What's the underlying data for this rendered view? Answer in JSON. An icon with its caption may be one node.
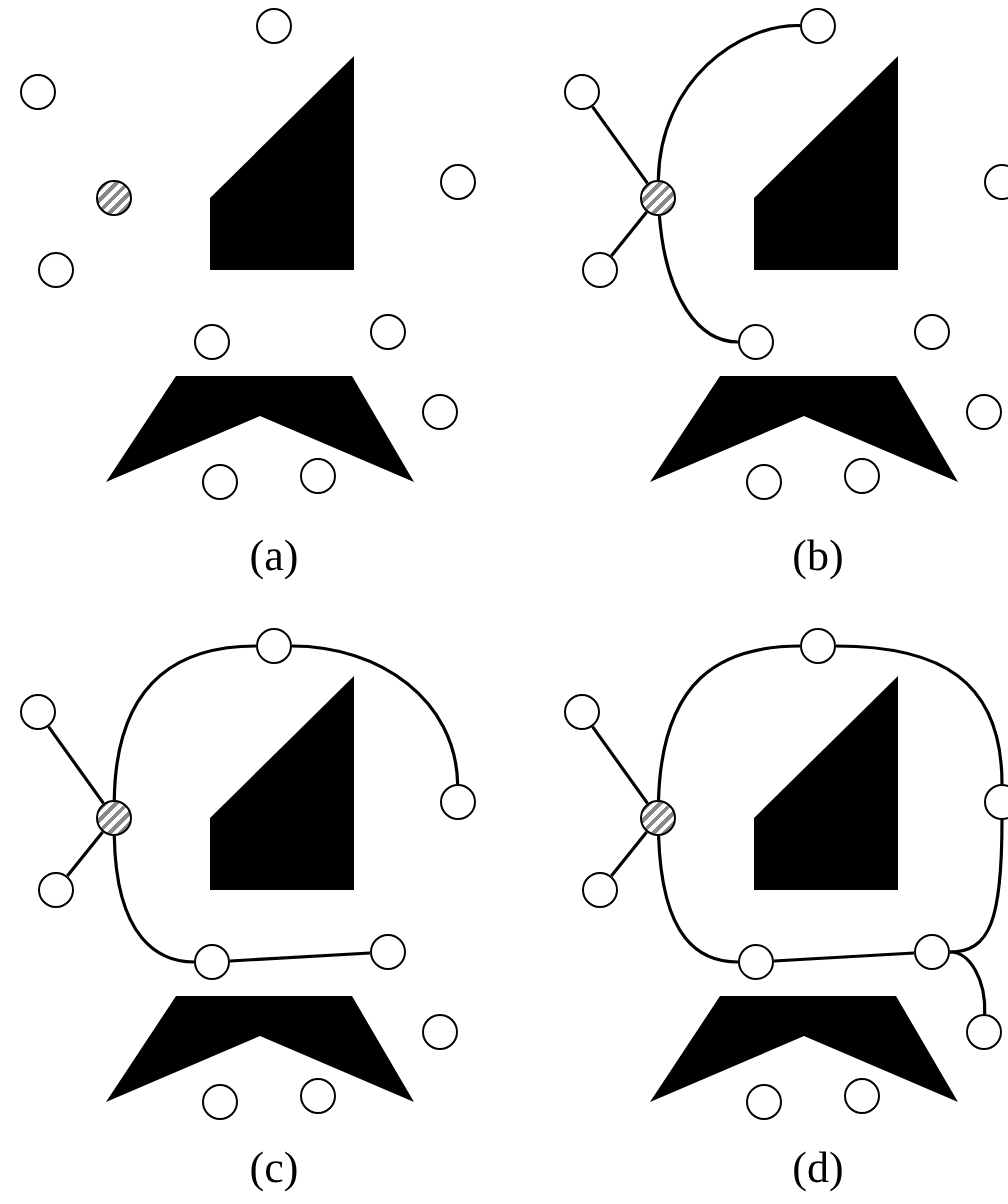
{
  "diagram": {
    "nodes": [
      {
        "text": [],
        "shape": "circle"
      },
      {
        "text": [],
        "shape": "circle"
      },
      {
        "text": [],
        "shape": "circle"
      },
      {
        "text": [],
        "shape": "circle"
      },
      {
        "text": [],
        "shape": "circle"
      },
      {
        "text": [],
        "shape": "circle"
      },
      {
        "text": [],
        "shape": "circle"
      },
      {
        "text": [],
        "shape": "circle"
      },
      {
        "text": [],
        "shape": "circle"
      },
      {
        "text": [],
        "shape": "circle"
      },
      {
        "text": [],
        "shape": "circle"
      },
      {
        "text": [],
        "shape": "circle"
      },
      {
        "text": [],
        "shape": "circle"
      },
      {
        "text": [],
        "shape": "circle"
      },
      {
        "text": [],
        "shape": "circle"
      },
      {
        "text": [],
        "shape": "circle"
      },
      {
        "text": [],
        "shape": "circle"
      },
      {
        "text": [],
        "shape": "circle"
      },
      {
        "text": [],
        "shape": "circle"
      },
      {
        "text": [],
        "shape": "circle"
      },
      {
        "text": [],
        "shape": "circle"
      },
      {
        "text": [],
        "shape": "circle"
      },
      {
        "text": [],
        "shape": "circle"
      },
      {
        "text": [],
        "shape": "circle"
      },
      {
        "text": [],
        "shape": "circle"
      },
      {
        "text": [],
        "shape": "circle"
      },
      {
        "text": [],
        "shape": "circle"
      },
      {
        "text": [],
        "shape": "circle"
      },
      {
        "text": [],
        "shape": "circle"
      },
      {
        "text": [],
        "shape": "circle"
      },
      {
        "text": [],
        "shape": "circle"
      },
      {
        "text": [],
        "shape": "circle"
      },
      {
        "text": [],
        "shape": "circle"
      },
      {
        "text": [],
        "shape": "circle"
      },
      {
        "text": [],
        "shape": "circle"
      },
      {
        "text": [],
        "shape": "circle"
      },
      {
        "text": [],
        "shape": "circle"
      },
      {
        "text": [],
        "shape": "circle"
      },
      {
        "text": [],
        "shape": "circle"
      },
      {
        "text": [],
        "shape": "circle"
      },
      {
        "text": [],
        "shape": "polygon"
      },
      {
        "text": [],
        "shape": "polygon"
      },
      {
        "text": [],
        "shape": "polygon"
      },
      {
        "text": [],
        "shape": "polygon"
      },
      {
        "text": [],
        "shape": "polygon"
      },
      {
        "text": [],
        "shape": "polygon"
      },
      {
        "text": [],
        "shape": "polygon"
      },
      {
        "text": [],
        "shape": "polygon"
      }
    ],
    "edges": [
      {
        "from": 13,
        "to": 11,
        "arrow": "none"
      },
      {
        "from": 13,
        "to": 14,
        "arrow": "none"
      },
      {
        "from": 13,
        "to": 10,
        "arrow": "none"
      },
      {
        "from": 13,
        "to": 16,
        "arrow": "none"
      },
      {
        "from": 23,
        "to": 21,
        "arrow": "none"
      },
      {
        "from": 23,
        "to": 24,
        "arrow": "none"
      },
      {
        "from": 23,
        "to": 20,
        "arrow": "none"
      },
      {
        "from": 20,
        "to": 22,
        "arrow": "none"
      },
      {
        "from": 23,
        "to": 26,
        "arrow": "none"
      },
      {
        "from": 26,
        "to": 25,
        "arrow": "none"
      },
      {
        "from": 33,
        "to": 31,
        "arrow": "none"
      },
      {
        "from": 33,
        "to": 34,
        "arrow": "none"
      },
      {
        "from": 33,
        "to": 30,
        "arrow": "none"
      },
      {
        "from": 30,
        "to": 32,
        "arrow": "none"
      },
      {
        "from": 32,
        "to": 35,
        "arrow": "none"
      },
      {
        "from": 33,
        "to": 36,
        "arrow": "none"
      },
      {
        "from": 36,
        "to": 35,
        "arrow": "none"
      },
      {
        "from": 35,
        "to": 37,
        "arrow": "none"
      }
    ],
    "labels": [
      "(a)",
      "(b)",
      "(c)",
      "(d)"
    ]
  }
}
